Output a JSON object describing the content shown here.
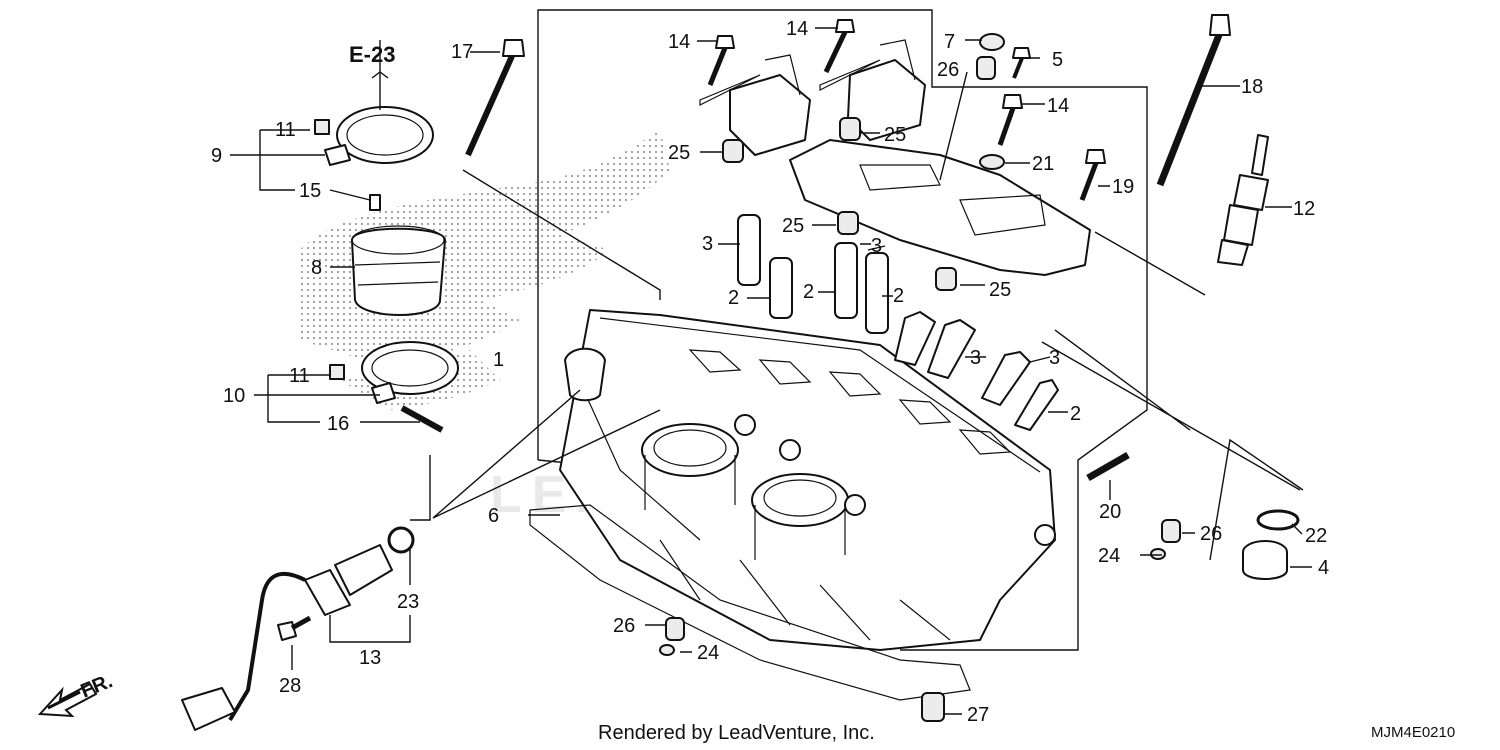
{
  "diagram": {
    "reference": "E-23",
    "direction_label": "FR.",
    "footer": "Rendered by LeadVenture, Inc.",
    "diagram_code": "MJM4E0210",
    "watermark": "LEADVENTURE"
  },
  "callouts": [
    "1",
    "2",
    "3",
    "4",
    "5",
    "6",
    "7",
    "8",
    "9",
    "10",
    "11",
    "12",
    "13",
    "14",
    "15",
    "16",
    "17",
    "18",
    "19",
    "20",
    "21",
    "22",
    "23",
    "24",
    "25",
    "26",
    "27",
    "28"
  ],
  "colors": {
    "line": "#111111",
    "fill": "#ffffff",
    "shade": "#ececec"
  }
}
